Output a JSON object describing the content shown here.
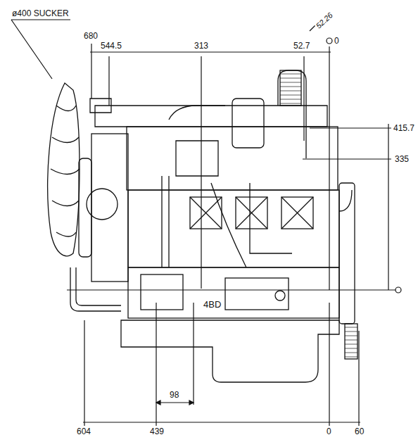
{
  "diagram": {
    "labels": [
      "ø400 SUCKER",
      "680",
      "544.5",
      "313",
      "52.7",
      "0",
      "52.26",
      "415.7",
      "335",
      "4BD",
      "98",
      "604",
      "439",
      "0",
      "60"
    ]
  }
}
